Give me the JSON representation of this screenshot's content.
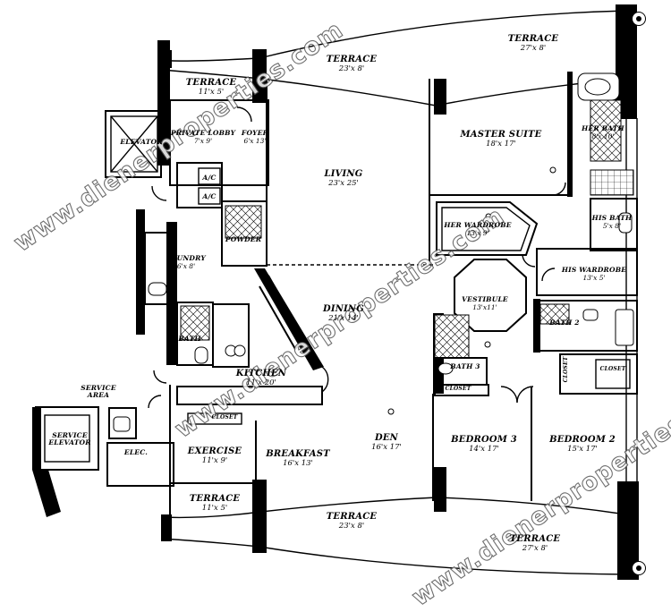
{
  "rooms": {
    "terrace_top_left": {
      "name": "TERRACE",
      "dims": "11'x 5'"
    },
    "terrace_top_center": {
      "name": "TERRACE",
      "dims": "23'x 8'"
    },
    "terrace_top_right": {
      "name": "TERRACE",
      "dims": "27'x 8'"
    },
    "elevator": {
      "name": "ELEVATOR",
      "dims": ""
    },
    "private_lobby": {
      "name": "PRIVATE LOBBY",
      "dims": "7'x 9'"
    },
    "foyer": {
      "name": "FOYER",
      "dims": "6'x 13'"
    },
    "ac_1": {
      "name": "A/C",
      "dims": ""
    },
    "ac_2": {
      "name": "A/C",
      "dims": ""
    },
    "powder": {
      "name": "POWDER",
      "dims": ""
    },
    "laundry": {
      "name": "LAUNDRY",
      "dims": "6'x 8'"
    },
    "bath_service": {
      "name": "BATH",
      "dims": ""
    },
    "living": {
      "name": "LIVING",
      "dims": "23'x 25'"
    },
    "dining": {
      "name": "DINING",
      "dims": "21'x 14'"
    },
    "kitchen": {
      "name": "KITCHEN",
      "dims": "11'x 20'"
    },
    "master_suite": {
      "name": "MASTER SUITE",
      "dims": "18'x 17'"
    },
    "her_bath": {
      "name": "HER BATH",
      "dims": "8'x 10'"
    },
    "her_wardrobe": {
      "name": "HER WARDROBE",
      "dims": "13'x 9'"
    },
    "his_bath": {
      "name": "HIS BATH",
      "dims": "5'x 8'"
    },
    "his_wardrobe": {
      "name": "HIS WARDROBE",
      "dims": "13'x 5'"
    },
    "vestibule": {
      "name": "VESTIBULE",
      "dims": "13'x11'"
    },
    "bath_2": {
      "name": "BATH 2",
      "dims": ""
    },
    "bath_3": {
      "name": "BATH 3",
      "dims": ""
    },
    "closet_bed3": {
      "name": "CLOSET",
      "dims": ""
    },
    "closet_bed2": {
      "name": "CLOSET",
      "dims": ""
    },
    "closet_bed2_small": {
      "name": "CLOSET",
      "dims": ""
    },
    "closet_kitchen": {
      "name": "CLOSET",
      "dims": ""
    },
    "service_area": {
      "name": "SERVICE AREA",
      "dims": ""
    },
    "service_elevator": {
      "name": "SERVICE ELEVATOR",
      "dims": ""
    },
    "elec": {
      "name": "ELEC.",
      "dims": ""
    },
    "exercise": {
      "name": "EXERCISE",
      "dims": "11'x 9'"
    },
    "breakfast": {
      "name": "BREAKFAST",
      "dims": "16'x 13'"
    },
    "den": {
      "name": "DEN",
      "dims": "16'x 17'"
    },
    "bedroom_3": {
      "name": "BEDROOM 3",
      "dims": "14'x 17'"
    },
    "bedroom_2": {
      "name": "BEDROOM 2",
      "dims": "15'x 17'"
    },
    "terrace_bottom_left": {
      "name": "TERRACE",
      "dims": "11'x 5'"
    },
    "terrace_bottom_center": {
      "name": "TERRACE",
      "dims": "23'x 8'"
    },
    "terrace_bottom_right": {
      "name": "TERRACE",
      "dims": "27'x 8'"
    }
  },
  "watermark": {
    "text": "www.dienerproperties.com"
  },
  "colors": {
    "ink": "#000000",
    "paper": "#ffffff",
    "watermark_outline": "#555555"
  }
}
